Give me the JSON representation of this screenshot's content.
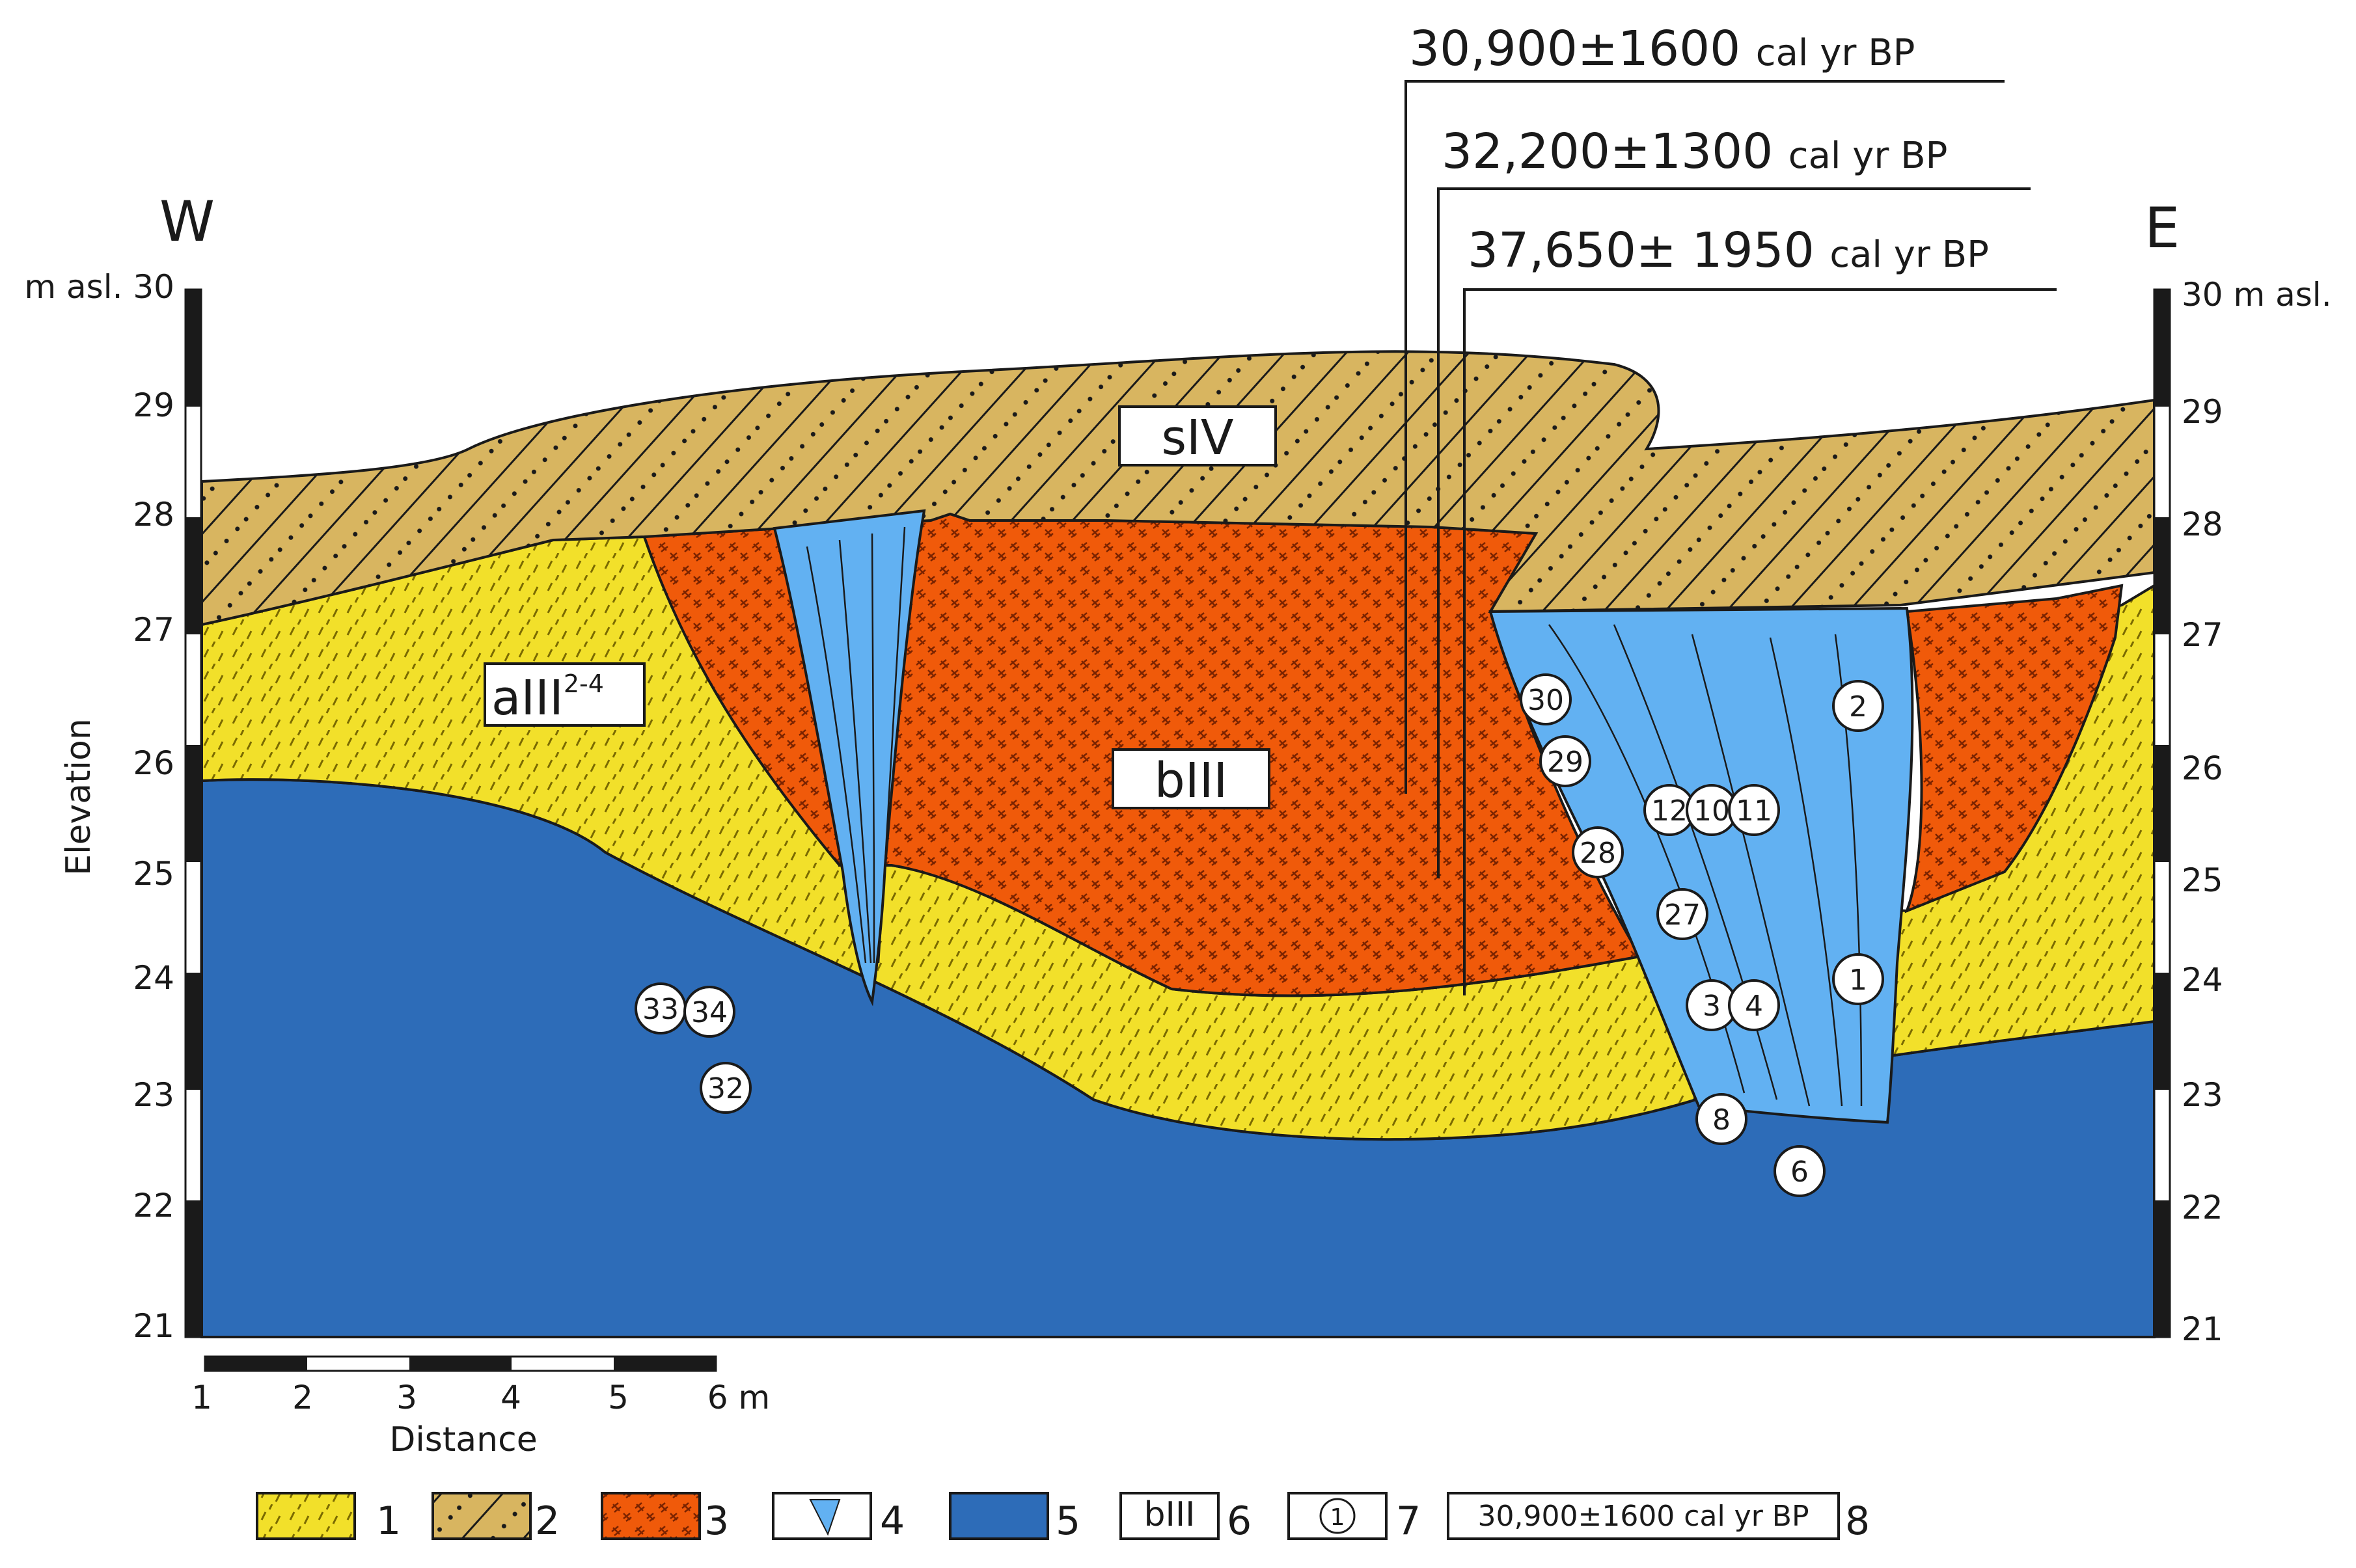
{
  "orientation": {
    "west": "W",
    "east": "E"
  },
  "axes": {
    "left_top_label": "m asl. 30",
    "right_top_label": "30 m asl.",
    "elevation_ticks": [
      "29",
      "28",
      "27",
      "26",
      "25",
      "24",
      "23",
      "22",
      "21"
    ],
    "y_title": "Elevation",
    "distance_ticks": [
      "1",
      "2",
      "3",
      "4",
      "5",
      "6 m"
    ],
    "x_title": "Distance"
  },
  "dates": [
    {
      "value": "30,900±1600",
      "unit": "cal yr BP"
    },
    {
      "value": "32,200±1300",
      "unit": "cal yr BP"
    },
    {
      "value": "37,650± 1950",
      "unit": "cal yr BP"
    }
  ],
  "unit_labels": {
    "sIV": "sIV",
    "aIII_base": "aIII",
    "aIII_sup": "2-4",
    "bIII": "bIII"
  },
  "samples": [
    "30",
    "29",
    "28",
    "27",
    "12",
    "10",
    "11",
    "3",
    "4",
    "2",
    "1",
    "8",
    "6",
    "33",
    "34",
    "32"
  ],
  "legend": [
    {
      "number": "1",
      "pattern": "yellow-dashes"
    },
    {
      "number": "2",
      "pattern": "tan-hatch-dots"
    },
    {
      "number": "3",
      "pattern": "orange-crosshatch"
    },
    {
      "number": "4",
      "pattern": "ice-wedge-icon"
    },
    {
      "number": "5",
      "pattern": "blue-solid"
    },
    {
      "number": "6",
      "box_text": "bIII"
    },
    {
      "number": "7",
      "box_text": "1"
    },
    {
      "number": "8",
      "box_text": "30,900±1600 cal yr BP"
    }
  ],
  "colors": {
    "yellow": "#f2e02a",
    "tan": "#d8b560",
    "orange": "#f05a0a",
    "light_blue": "#62b1f2",
    "dark_blue": "#2d6cb8",
    "outline": "#1a1a1a"
  }
}
